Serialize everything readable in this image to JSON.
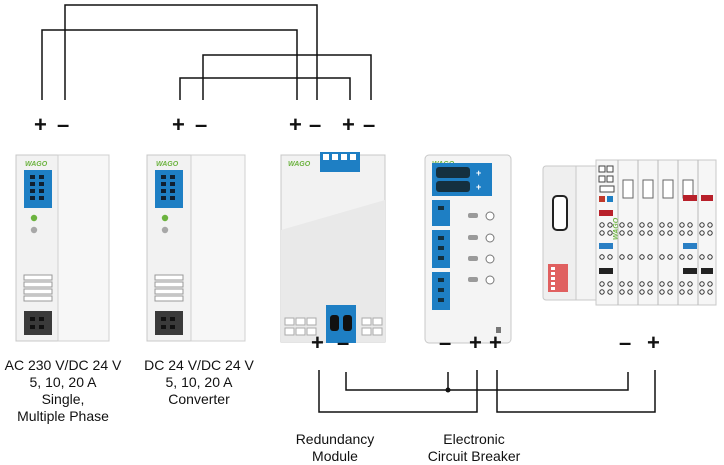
{
  "terminals": {
    "plus": "+",
    "minus": "–"
  },
  "brand": "WAGO",
  "labels": {
    "ps1_line1": "AC 230 V/DC 24 V",
    "ps1_line2": "5, 10, 20 A",
    "ps1_line3": "Single,",
    "ps1_line4": "Multiple  Phase",
    "ps2_line1": "DC 24 V/DC 24 V",
    "ps2_line2": "5, 10, 20 A",
    "ps2_line3": "Converter",
    "redundancy_line1": "Redundancy",
    "redundancy_line2": "Module",
    "breaker_line1": "Electronic",
    "breaker_line2": "Circuit Breaker"
  },
  "colors": {
    "wago_blue": "#1e7fc4",
    "wago_green": "#6cb33f",
    "housing": "#f2f2f2",
    "outline": "#c8c8c8"
  }
}
